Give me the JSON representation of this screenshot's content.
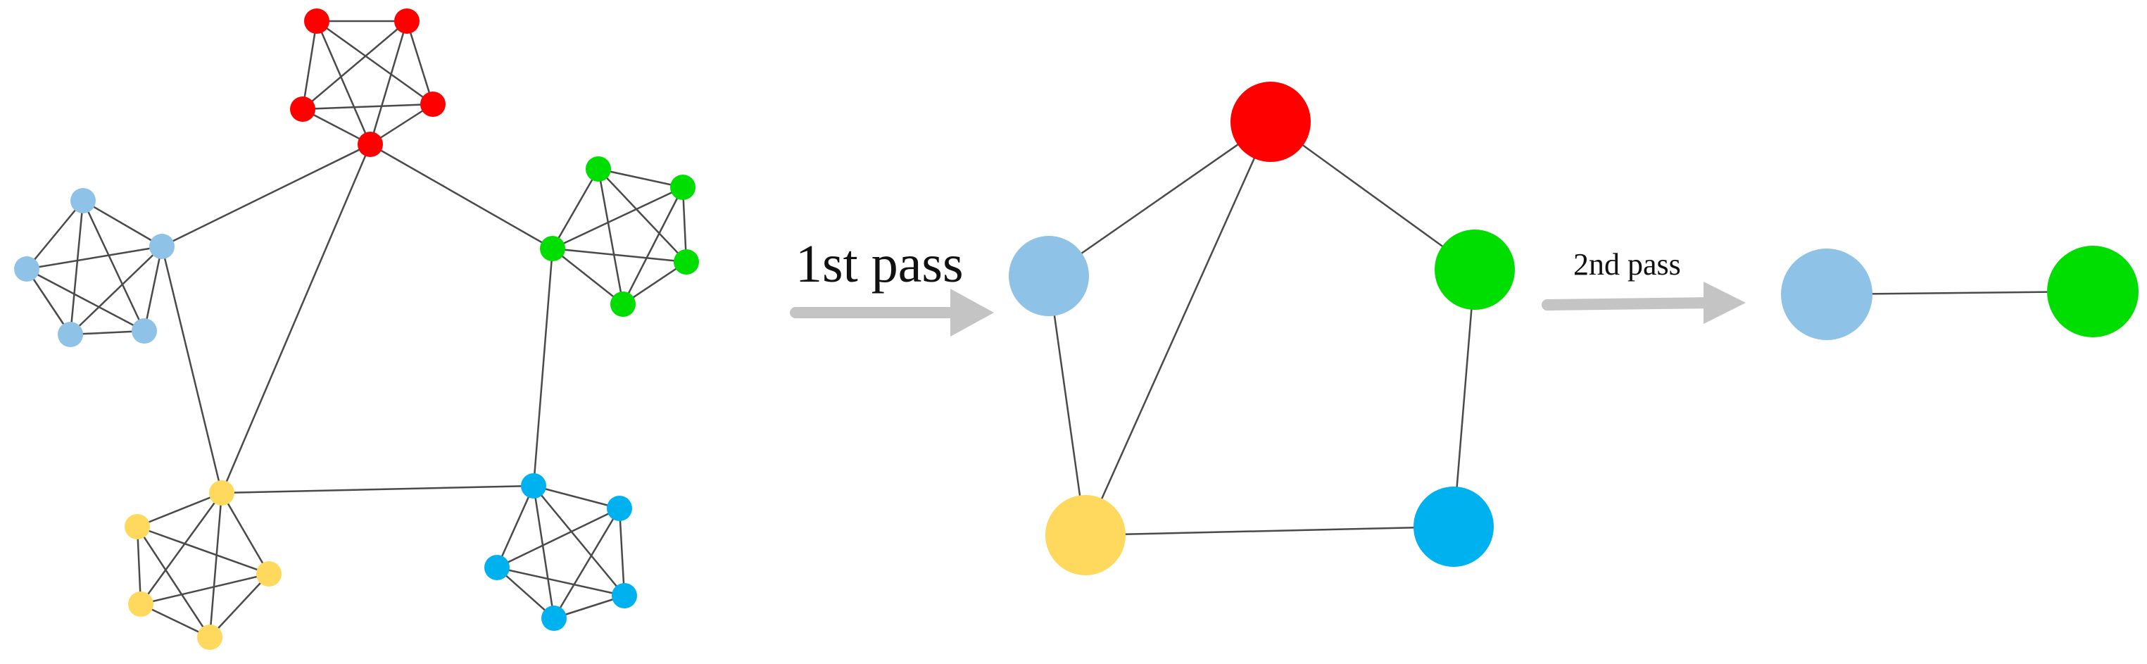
{
  "colors": {
    "red": "#ff0000",
    "lightblue": "#8ec3e7",
    "green": "#00dd00",
    "yellow": "#ffd85e",
    "blue": "#00b1ef"
  },
  "labels": {
    "first_pass": "1st pass",
    "second_pass": "2nd pass"
  },
  "graphs": [
    {
      "name": "original-graph",
      "communities": [
        {
          "name": "red-community",
          "color": "red"
        },
        {
          "name": "lightblue-community",
          "color": "lightblue"
        },
        {
          "name": "green-community",
          "color": "green"
        },
        {
          "name": "yellow-community",
          "color": "yellow"
        },
        {
          "name": "blue-community",
          "color": "blue"
        }
      ]
    },
    {
      "name": "first-pass-graph",
      "nodes": [
        "red",
        "lightblue",
        "green",
        "yellow",
        "blue"
      ]
    },
    {
      "name": "second-pass-graph",
      "nodes": [
        "lightblue",
        "green"
      ]
    }
  ]
}
